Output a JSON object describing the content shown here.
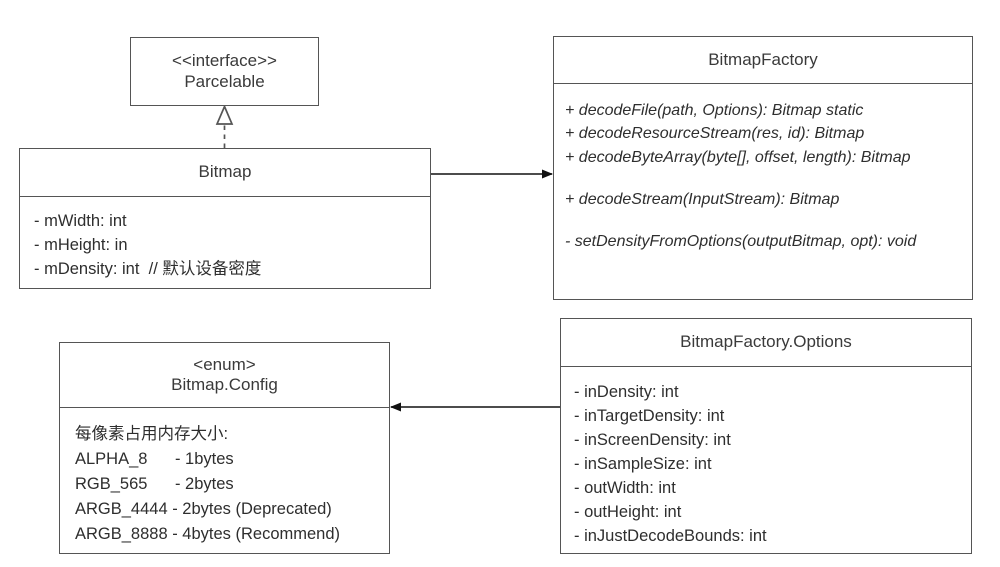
{
  "diagram": {
    "title": "Bitmap / BitmapFactory UML class diagram",
    "background_color": "#ffffff",
    "stroke_color": "#555555",
    "text_color": "#2e2e2e"
  },
  "classes": {
    "parcelable": {
      "stereotype": "<<interface>>",
      "name": "Parcelable"
    },
    "bitmap": {
      "name": "Bitmap",
      "attributes": [
        "- mWidth: int",
        "- mHeight: in",
        "- mDensity: int  // 默认设备密度"
      ]
    },
    "bitmap_factory": {
      "name": "BitmapFactory",
      "methods": [
        "+ decodeFile(path, Options): Bitmap static",
        "+ decodeResourceStream(res, id): Bitmap",
        "+ decodeByteArray(byte[], offset, length): Bitmap",
        "+ decodeStream(InputStream): Bitmap",
        "- setDensityFromOptions(outputBitmap, opt): void"
      ]
    },
    "bitmap_config": {
      "stereotype": "<enum>",
      "name": "Bitmap.Config",
      "note": "每像素占用内存大小:",
      "values": [
        "ALPHA_8      - 1bytes",
        "RGB_565      - 2bytes",
        "ARGB_4444 - 2bytes (Deprecated)",
        "ARGB_8888 - 4bytes (Recommend)"
      ]
    },
    "bitmap_factory_options": {
      "name": "BitmapFactory.Options",
      "attributes": [
        "- inDensity: int",
        "- inTargetDensity: int",
        "- inScreenDensity: int",
        "- inSampleSize: int",
        "- outWidth: int",
        "- outHeight: int",
        "- inJustDecodeBounds: int"
      ]
    }
  },
  "connectors": [
    {
      "name": "bitmap-implements-parcelable",
      "type": "realization",
      "style": "dashed-hollow-triangle",
      "from": "Bitmap",
      "to": "Parcelable"
    },
    {
      "name": "bitmap-to-bitmapfactory",
      "type": "association",
      "style": "solid-filled-arrow",
      "from": "Bitmap",
      "to": "BitmapFactory"
    },
    {
      "name": "options-to-bitmapconfig",
      "type": "association",
      "style": "solid-filled-arrow",
      "from": "BitmapFactory.Options",
      "to": "Bitmap.Config"
    }
  ]
}
